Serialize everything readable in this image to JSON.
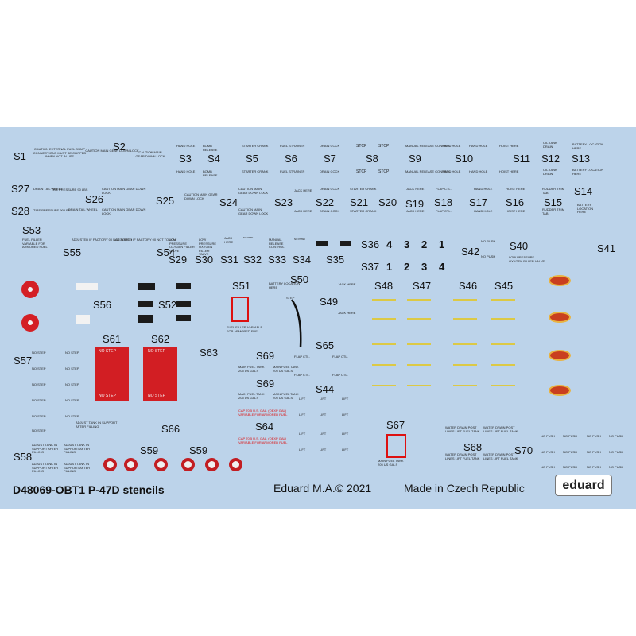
{
  "sheet": {
    "background": "#bcd3ea",
    "labels": [
      "S1",
      "S2",
      "S3",
      "S4",
      "S5",
      "S6",
      "S7",
      "S8",
      "S9",
      "S10",
      "S11",
      "S12",
      "S13",
      "S14",
      "S15",
      "S16",
      "S17",
      "S18",
      "S19",
      "S20",
      "S21",
      "S22",
      "S23",
      "S24",
      "S25",
      "S26",
      "S27",
      "S28",
      "S29",
      "S30",
      "S31",
      "S32",
      "S33",
      "S34",
      "S35",
      "S36",
      "S37",
      "S40",
      "S41",
      "S42",
      "S44",
      "S45",
      "S46",
      "S47",
      "S48",
      "S49",
      "S50",
      "S51",
      "S52",
      "S53",
      "S54",
      "S55",
      "S56",
      "S57",
      "S58",
      "S59",
      "S59",
      "S61",
      "S62",
      "S63",
      "S64",
      "S65",
      "S66",
      "S67",
      "S68",
      "S69",
      "S69",
      "S70"
    ],
    "digits": [
      "4",
      "3",
      "2",
      "1",
      "1",
      "2",
      "3",
      "4"
    ],
    "stencils": {
      "no_step": "NO STEP",
      "lift": "LIFT",
      "step": "STEP",
      "stcp": "STCP",
      "flap_ctl": "FLAP CTL.",
      "drain_cock": "DRAIN COCK",
      "hand hole": "HAND HOLE",
      "jack_here": "JACK HERE",
      "fuel_strainer": "FUEL STRAINER",
      "starter_crank": "STARTER CRANK",
      "no_push": "NO PUSH",
      "nav_step": "NO STEP",
      "caution_fuel": "CAUTION EXTERNAL FUEL DUMP CONNECTIONS MUST BE CLIPPED WHEN NOT IN USE",
      "caution_main": "CAUTION MAIN GEAR DOWN LOCK",
      "battery": "BATTERY LOCATION HERE",
      "oil_tank": "OIL TANK DRAIN",
      "tire_pressure": "TIRE PRESSURE 90 LBS",
      "drain_tail": "DRAIN TAIL WHEEL",
      "hoist_here": "HOIST HERE",
      "adjusted": "ADJUSTED IF FACTORY 00 NOT TOUCH",
      "manual_release": "MANUAL RELEASE CONTROL",
      "fuel_filler": "FUEL FILLER VARIABLE FOR ARMORED FUEL",
      "fuel_warning": "CAP 70.5 U.S. GAL. (OEXP GAL) VARIABLE FOR ARMORED FUEL",
      "water_drain": "WATER DRAIN POST LINES LIFT FUEL TANK",
      "adjust_tank": "ADJUST TANK IN SUPPORT AFTER FILLING",
      "main_tank": "MAIN FUEL TANK 205 US GALS",
      "low_pressure": "LOW PRESSURE OXYGEN FILLER VALVE",
      "rudder": "RUDDER TRIM TAB",
      "bombs": "BOMB RELEASE"
    },
    "colors": {
      "panel_red": "#d21e23",
      "insignia_red": "#d41f25",
      "stencil_yellow": "#e3c71c",
      "stencil_red": "#d11",
      "text_black": "#111111"
    }
  },
  "footer": {
    "product": "D48069-OBT1 P-47D  stencils",
    "copyright": "Eduard M.A.© 2021",
    "made_in": "Made in Czech Republic",
    "logo": "eduard"
  }
}
